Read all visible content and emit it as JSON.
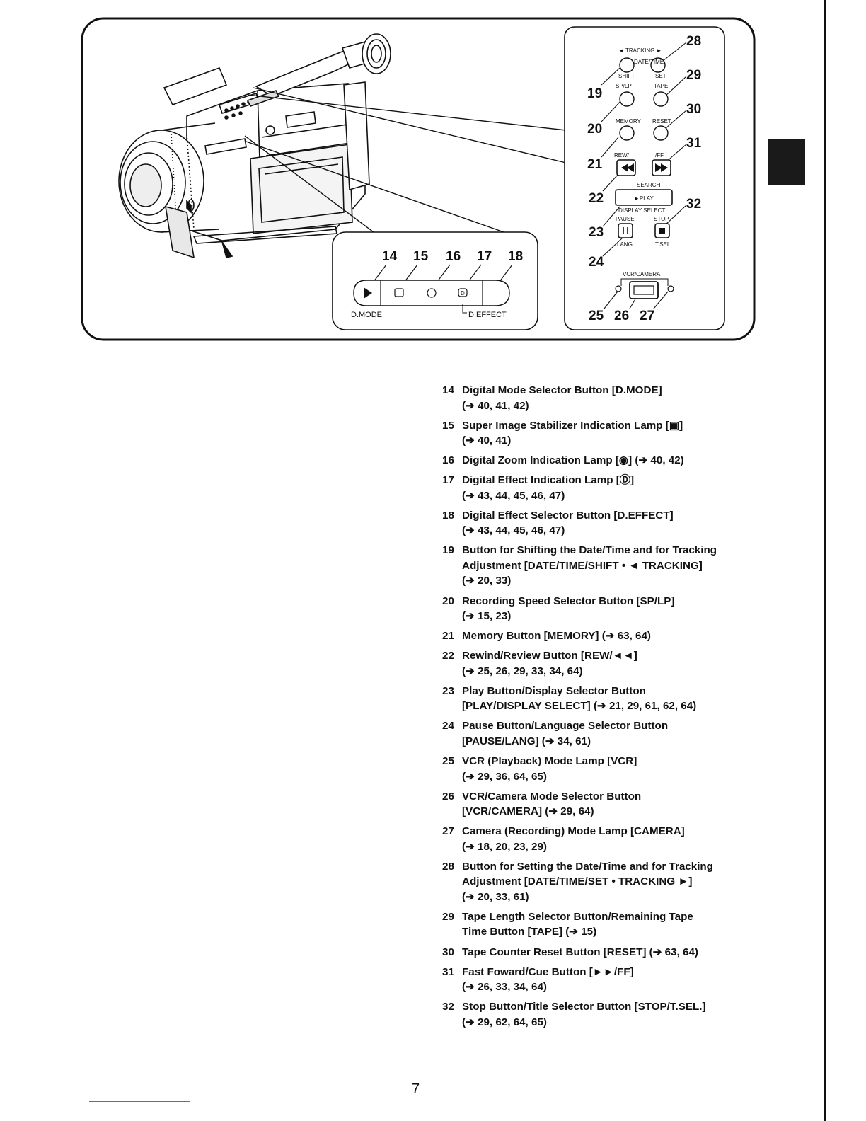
{
  "page_number": "7",
  "figure": {
    "callouts_left": [
      "14",
      "15",
      "16",
      "17",
      "18"
    ],
    "callouts_right": [
      "28",
      "29",
      "19",
      "30",
      "20",
      "31",
      "21",
      "22",
      "32",
      "23",
      "24",
      "25",
      "26",
      "27"
    ],
    "dmode_panel": {
      "left_label": "D.MODE",
      "right_label": "D.EFFECT"
    },
    "control_panel": {
      "tracking": "◄ TRACKING ►",
      "date_time": "DATE/TIME",
      "shift": "SHIFT",
      "set": "SET",
      "sp_lp": "SP/LP",
      "tape": "TAPE",
      "memory": "MEMORY",
      "reset": "RESET",
      "rew": "REW/",
      "ff": "/FF",
      "search": "SEARCH",
      "play": "►PLAY",
      "display_select": "DISPLAY SELECT",
      "pause": "PAUSE",
      "stop": "STOP",
      "lang": "LANG",
      "tsel": "T.SEL",
      "vcr_camera": "VCR/CAMERA"
    }
  },
  "legend": [
    {
      "num": "14",
      "lines": [
        "Digital Mode Selector Button [D.MODE]",
        "(➔ 40, 41, 42)"
      ]
    },
    {
      "num": "15",
      "lines": [
        "Super Image Stabilizer Indication Lamp [▣]",
        "(➔ 40, 41)"
      ]
    },
    {
      "num": "16",
      "lines": [
        "Digital Zoom Indication Lamp [◉] (➔ 40, 42)"
      ]
    },
    {
      "num": "17",
      "lines": [
        "Digital Effect Indication Lamp [Ⓓ]",
        "(➔ 43, 44, 45, 46, 47)"
      ]
    },
    {
      "num": "18",
      "lines": [
        "Digital Effect Selector Button [D.EFFECT]",
        "(➔ 43, 44, 45, 46, 47)"
      ]
    },
    {
      "num": "19",
      "lines": [
        "Button for Shifting the Date/Time and for Tracking",
        "Adjustment [DATE/TIME/SHIFT • ◄ TRACKING]",
        "(➔ 20, 33)"
      ]
    },
    {
      "num": "20",
      "lines": [
        "Recording Speed Selector Button [SP/LP]",
        "(➔ 15, 23)"
      ]
    },
    {
      "num": "21",
      "lines": [
        "Memory Button [MEMORY] (➔ 63, 64)"
      ]
    },
    {
      "num": "22",
      "lines": [
        "Rewind/Review Button [REW/◄◄]",
        "(➔ 25, 26, 29, 33, 34, 64)"
      ]
    },
    {
      "num": "23",
      "lines": [
        "Play Button/Display Selector Button",
        "[PLAY/DISPLAY SELECT] (➔ 21, 29, 61, 62, 64)"
      ]
    },
    {
      "num": "24",
      "lines": [
        "Pause Button/Language Selector Button",
        "[PAUSE/LANG] (➔ 34, 61)"
      ]
    },
    {
      "num": "25",
      "lines": [
        "VCR (Playback) Mode Lamp [VCR]",
        "(➔ 29, 36, 64, 65)"
      ]
    },
    {
      "num": "26",
      "lines": [
        "VCR/Camera Mode Selector Button",
        "[VCR/CAMERA] (➔ 29, 64)"
      ]
    },
    {
      "num": "27",
      "lines": [
        "Camera (Recording) Mode Lamp [CAMERA]",
        "(➔ 18, 20, 23, 29)"
      ]
    },
    {
      "num": "28",
      "lines": [
        "Button for Setting the Date/Time and for Tracking",
        "Adjustment [DATE/TIME/SET • TRACKING ►]",
        "(➔ 20, 33, 61)"
      ]
    },
    {
      "num": "29",
      "lines": [
        "Tape Length Selector Button/Remaining Tape",
        "Time Button [TAPE] (➔ 15)"
      ]
    },
    {
      "num": "30",
      "lines": [
        "Tape Counter Reset Button [RESET] (➔ 63, 64)"
      ]
    },
    {
      "num": "31",
      "lines": [
        "Fast Foward/Cue Button [►►/FF]",
        "(➔ 26, 33, 34, 64)"
      ]
    },
    {
      "num": "32",
      "lines": [
        "Stop Button/Title Selector Button [STOP/T.SEL.]",
        "(➔ 29, 62, 64, 65)"
      ]
    }
  ]
}
